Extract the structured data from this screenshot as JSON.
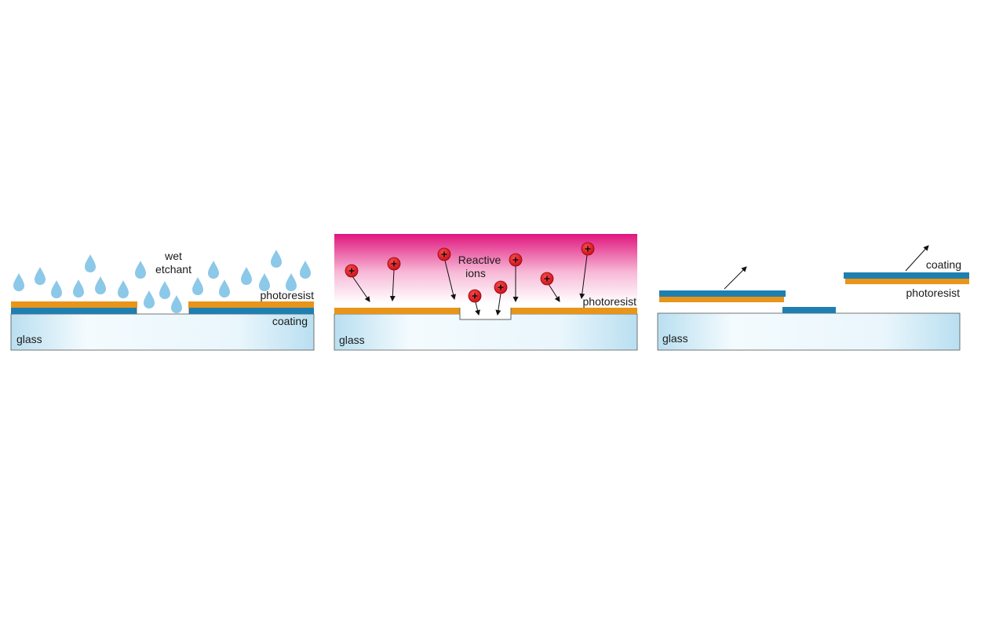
{
  "panels": [
    {
      "id": "wet-etching",
      "labels": {
        "etchant_line1": "wet",
        "etchant_line2": "etchant",
        "photoresist": "photoresist",
        "coating": "coating",
        "glass": "glass"
      }
    },
    {
      "id": "reactive-ion-etching",
      "labels": {
        "ions_line1": "Reactive",
        "ions_line2": "ions",
        "photoresist": "photoresist",
        "glass": "glass"
      }
    },
    {
      "id": "lift-off",
      "labels": {
        "coating": "coating",
        "photoresist": "photoresist",
        "glass": "glass"
      }
    }
  ],
  "colors": {
    "photoresist": "#e8951a",
    "coating": "#1f7fb0",
    "glass_edge": "#b9dff0",
    "glass_center": "#f4fbfe",
    "droplet": "#8cc8e8",
    "ion": "#d9141f",
    "plasma_top": "#e0157d"
  }
}
